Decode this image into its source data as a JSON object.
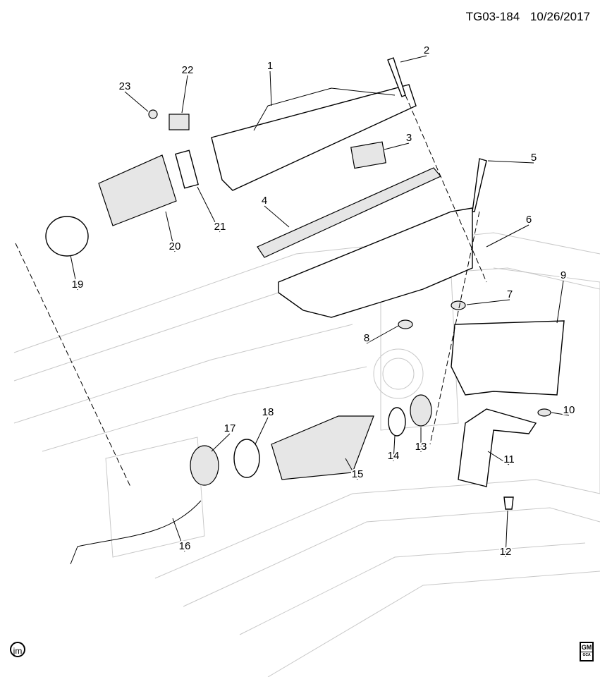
{
  "header": {
    "diagram_id": "TG03-184",
    "date": "10/26/2017"
  },
  "callouts": [
    "1",
    "2",
    "3",
    "4",
    "5",
    "6",
    "7",
    "8",
    "9",
    "10",
    "11",
    "12",
    "13",
    "14",
    "15",
    "16",
    "17",
    "18",
    "19",
    "20",
    "21",
    "22",
    "23"
  ],
  "footer": {
    "illustrator_mark": "jm",
    "logo": "GM",
    "logo_sub": "GCA"
  }
}
